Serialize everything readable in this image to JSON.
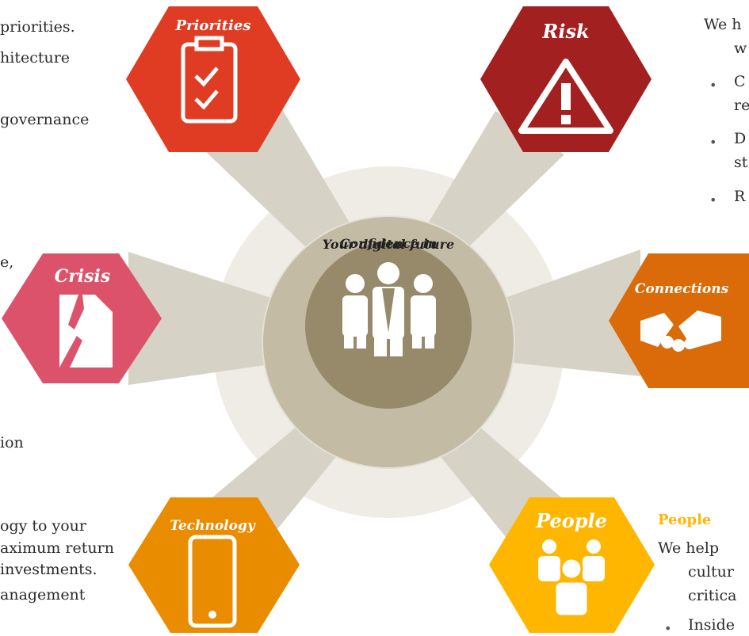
{
  "center": {
    "label_line1": "Confidence in",
    "label_line2": "Your digital future"
  },
  "segments": [
    {
      "key": "priorities",
      "label": "Priorities",
      "color": "#e03c24",
      "icon": "clipboard-check-icon"
    },
    {
      "key": "risk",
      "label": "Risk",
      "color": "#a32020",
      "icon": "warning-triangle-icon"
    },
    {
      "key": "crisis",
      "label": "Crisis",
      "color": "#dc526b",
      "icon": "broken-document-lightning-icon"
    },
    {
      "key": "connections",
      "label": "Connections",
      "color": "#db6a09",
      "icon": "handshake-icon"
    },
    {
      "key": "technology",
      "label": "Technology",
      "color": "#ea8c00",
      "icon": "smartphone-icon"
    },
    {
      "key": "people",
      "label": "People",
      "color": "#ffb600",
      "icon": "group-people-icon"
    }
  ],
  "left_text": {
    "line_priorities": "priorities.",
    "line_architecture": "hitecture",
    "line_governance": "governance",
    "line_e": "e,",
    "line_ion": "ion",
    "line_tech1": "ogy to your",
    "line_tech2": "aximum return",
    "line_tech3": "investments.",
    "line_tech4": "anagement"
  },
  "right_text": {
    "risk_intro1": "We h",
    "risk_intro2": "w",
    "risk_b1a": "C",
    "risk_b1b": "re",
    "risk_b2a": "D",
    "risk_b2b": "st",
    "risk_b3": "R",
    "people_heading": "People",
    "people_intro1": "We help",
    "people_intro2": "cultur",
    "people_intro3": "critica",
    "people_b1": "Inside"
  },
  "colors": {
    "spoke": "#d6d2c5",
    "ring_outer": "#efece6",
    "ring_mid": "#e3e0d6",
    "ring_inner": "#c4bba5",
    "core": "#968a6b",
    "header_red": "#e03c24",
    "header_people": "#ffb600"
  }
}
